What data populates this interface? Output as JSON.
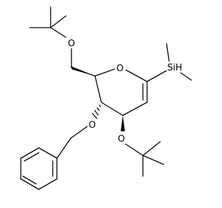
{
  "molecule": {
    "atoms": {
      "ring_o": "O",
      "tbu_o_top": "O",
      "bn_o": "O",
      "tbu_o_bottom": "O",
      "si": "SiH"
    }
  },
  "colors": {
    "ink": "#000000",
    "background": "#ffffff"
  }
}
